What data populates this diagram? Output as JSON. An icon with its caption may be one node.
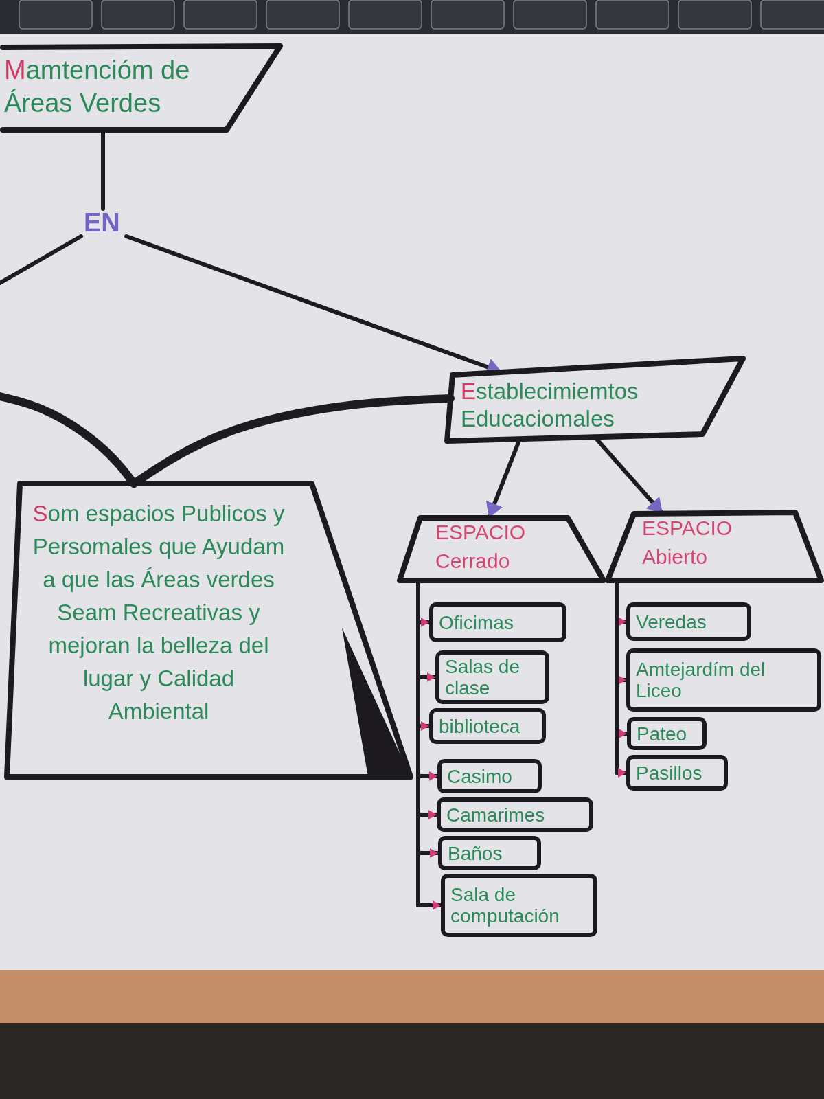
{
  "diagram": {
    "nodes": [
      {
        "text": [
          "Mamtencióm de Áreas Verdes"
        ]
      },
      {
        "text": [
          "EN"
        ]
      },
      {
        "text": [
          "Establecimiemtos Educaciomales"
        ]
      },
      {
        "text": [
          "Som espacios Publicos y Persomales que Ayudam a que las Áreas verdes Seam Recreativas y mejoran la belleza del lugar y Calidad Ambiental"
        ]
      },
      {
        "text": [
          "ESPACIO Cerrado"
        ]
      },
      {
        "text": [
          "ESPACIO Abierto"
        ]
      },
      {
        "text": [
          "Oficimas"
        ]
      },
      {
        "text": [
          "Salas de clase"
        ]
      },
      {
        "text": [
          "biblioteca"
        ]
      },
      {
        "text": [
          "Casimo"
        ]
      },
      {
        "text": [
          "Camarimes"
        ]
      },
      {
        "text": [
          "Baños"
        ]
      },
      {
        "text": [
          "Sala de computación"
        ]
      },
      {
        "text": [
          "Veredas"
        ]
      },
      {
        "text": [
          "Amtejardím del Liceo"
        ]
      },
      {
        "text": [
          "Pateo"
        ]
      },
      {
        "text": [
          "Pasillos"
        ]
      }
    ],
    "edges": [
      {
        "from": 0,
        "to": 1,
        "arrow": "none"
      },
      {
        "from": 1,
        "to": null,
        "arrow": "none"
      },
      {
        "from": 1,
        "to": 2,
        "arrow": "to"
      },
      {
        "from": 2,
        "to": 3,
        "arrow": "none",
        "style": "thick"
      },
      {
        "from": null,
        "to": 3,
        "arrow": "none",
        "style": "thick"
      },
      {
        "from": 2,
        "to": 4,
        "arrow": "to"
      },
      {
        "from": 2,
        "to": 5,
        "arrow": "to"
      },
      {
        "from": 4,
        "to": 6,
        "arrow": "to"
      },
      {
        "from": 4,
        "to": 7,
        "arrow": "to"
      },
      {
        "from": 4,
        "to": 8,
        "arrow": "to"
      },
      {
        "from": 4,
        "to": 9,
        "arrow": "to"
      },
      {
        "from": 4,
        "to": 10,
        "arrow": "to"
      },
      {
        "from": 4,
        "to": 11,
        "arrow": "to"
      },
      {
        "from": 4,
        "to": 12,
        "arrow": "to"
      },
      {
        "from": 5,
        "to": 13,
        "arrow": "to"
      },
      {
        "from": 5,
        "to": 14,
        "arrow": "to"
      },
      {
        "from": 5,
        "to": 15,
        "arrow": "to"
      },
      {
        "from": 5,
        "to": 16,
        "arrow": "to"
      }
    ]
  }
}
